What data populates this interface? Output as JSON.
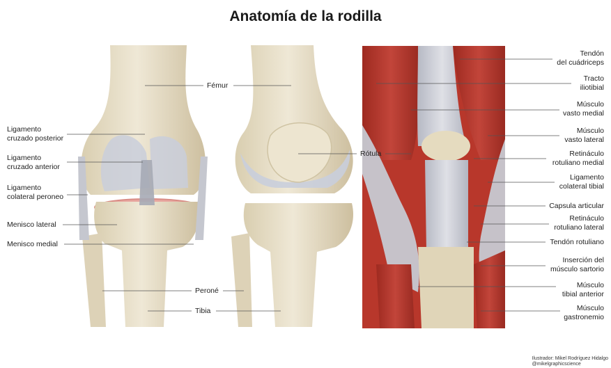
{
  "title": "Anatomía de la rodilla",
  "labels": {
    "femur": "Fémur",
    "rotula": "Rótula",
    "perone": "Peroné",
    "tibia": "Tibia",
    "lig_cruz_post": "Ligamento\ncruzado posterior",
    "lig_cruz_ant": "Ligamento\ncruzado anterior",
    "lig_col_peroneo": "Ligamento\ncolateral peroneo",
    "menisco_lateral": "Menisco lateral",
    "menisco_medial": "Menisco medial",
    "tendon_cuadriceps": "Tendón\ndel cuádriceps",
    "tracto_iliotibial": "Tracto\niliotibial",
    "vasto_medial": "Músculo\nvasto medial",
    "vasto_lateral": "Músculo\nvasto lateral",
    "retinaculo_medial": "Retináculo\nrotuliano medial",
    "lig_col_tibial": "Ligamento\ncolateral tibial",
    "capsula": "Capsula articular",
    "retinaculo_lateral": "Retináculo\nrotuliano lateral",
    "tendon_rotuliano": "Tendón rotuliano",
    "sartorio": "Inserción del\nmúsculo sartorio",
    "tibial_anterior": "Músculo\ntibial anterior",
    "gastronemio": "Músculo\ngastronemio"
  },
  "credit": "Ilustrador: Mikel Rodríguez Hidalgo\n@mikelgraphicscience",
  "colors": {
    "bone": "#e8dfc8",
    "bone_shade": "#cfc3a3",
    "cartilage": "#c3c9d8",
    "meniscus": "#e8a7a0",
    "muscle": "#b8372b",
    "tendon": "#c9cbd3",
    "leader": "#555555"
  }
}
